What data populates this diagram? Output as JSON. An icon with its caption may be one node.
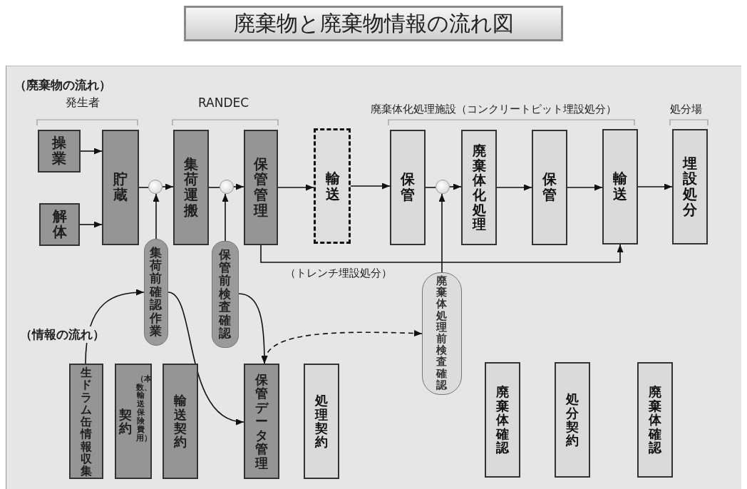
{
  "diagram": {
    "title": "廃棄物と廃棄物情報の流れ図",
    "nodes": [
      {
        "text": [
          "操業"
        ]
      },
      {
        "text": [
          "解体"
        ]
      },
      {
        "text": [
          "貯蔵"
        ]
      },
      {
        "text": [],
        "shape": "circle"
      },
      {
        "text": [
          "集荷運搬"
        ]
      },
      {
        "text": [],
        "shape": "circle"
      },
      {
        "text": [
          "保管管理"
        ]
      },
      {
        "text": [
          "輸送"
        ]
      },
      {
        "text": [
          "保管"
        ]
      },
      {
        "text": [],
        "shape": "circle"
      },
      {
        "text": [
          "廃棄体化処理"
        ]
      },
      {
        "text": [
          "保管"
        ]
      },
      {
        "text": [
          "輸送"
        ]
      },
      {
        "text": [
          "埋設処分"
        ]
      },
      {
        "text": [
          "集荷前確認作業"
        ]
      },
      {
        "text": [
          "保管前検査確認"
        ]
      },
      {
        "text": [
          "廃棄体処理前検査確認"
        ]
      },
      {
        "text": [
          "生ドラム缶情報収集"
        ]
      },
      {
        "text": [
          "契約",
          "（本数、輸送保険費用）"
        ]
      },
      {
        "text": [
          "輸送契約"
        ]
      },
      {
        "text": [
          "保管データ管理"
        ]
      },
      {
        "text": [
          "処理契約"
        ]
      },
      {
        "text": [
          "廃棄体確認"
        ]
      },
      {
        "text": [
          "処分契約"
        ]
      },
      {
        "text": [
          "廃棄体確認"
        ]
      }
    ],
    "edges": [
      {
        "from": 0,
        "to": 2,
        "arrow": "to"
      },
      {
        "from": 1,
        "to": 2,
        "arrow": "to"
      },
      {
        "from": 2,
        "to": 3,
        "arrow": "none"
      },
      {
        "from": 3,
        "to": 4,
        "arrow": "to"
      },
      {
        "from": 14,
        "to": 3,
        "arrow": "to"
      },
      {
        "from": 4,
        "to": 5,
        "arrow": "none"
      },
      {
        "from": 5,
        "to": 6,
        "arrow": "to"
      },
      {
        "from": 15,
        "to": 5,
        "arrow": "to"
      },
      {
        "from": 6,
        "to": 7,
        "arrow": "to"
      },
      {
        "from": 7,
        "to": 8,
        "arrow": "to"
      },
      {
        "from": 8,
        "to": 9,
        "arrow": "none"
      },
      {
        "from": 9,
        "to": 10,
        "arrow": "to"
      },
      {
        "from": 16,
        "to": 9,
        "arrow": "to"
      },
      {
        "from": 10,
        "to": 11,
        "arrow": "to"
      },
      {
        "from": 11,
        "to": 12,
        "arrow": "to"
      },
      {
        "from": 12,
        "to": 13,
        "arrow": "to"
      },
      {
        "from": 6,
        "to": 12,
        "arrow": "to",
        "label": "（トレンチ埋設処分）"
      },
      {
        "from": 17,
        "to": 14,
        "arrow": "to"
      },
      {
        "from": 14,
        "to": 20,
        "arrow": "to"
      },
      {
        "from": 15,
        "to": 20,
        "arrow": "to"
      },
      {
        "from": 16,
        "to": 20,
        "arrow": "both",
        "style": "dashed"
      }
    ],
    "labels": [
      "（廃棄物の流れ）",
      "発生者",
      "RANDEC",
      "廃棄体化処理施設（コンクリートピット埋設処分）",
      "処分場",
      "（情報の流れ）"
    ]
  }
}
